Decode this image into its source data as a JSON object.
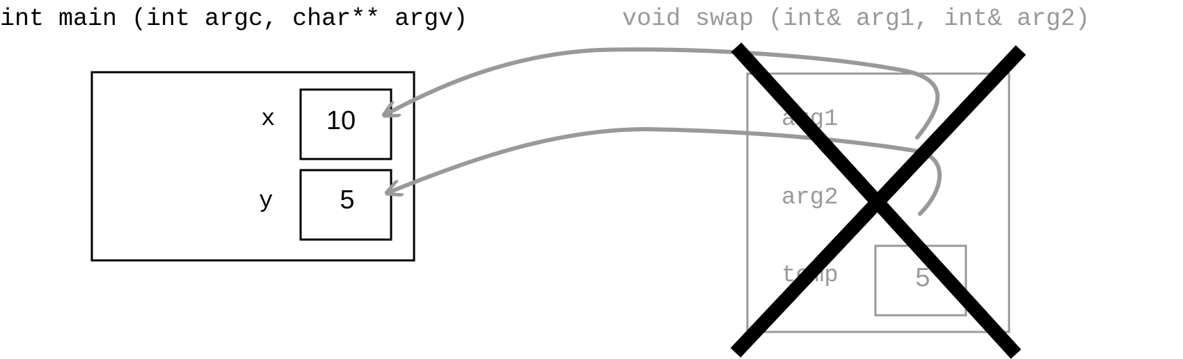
{
  "main_frame": {
    "signature": "int main (int argc, char** argv)",
    "variables": [
      {
        "name": "x",
        "value": "10"
      },
      {
        "name": "y",
        "value": "5"
      }
    ]
  },
  "swap_frame": {
    "signature": "void swap (int& arg1, int& arg2)",
    "params": [
      {
        "name": "arg1"
      },
      {
        "name": "arg2"
      }
    ],
    "local": {
      "name": "temp",
      "value": "5"
    }
  },
  "colors": {
    "main": "#000000",
    "faded": "#999999",
    "arrow": "#999999",
    "cross": "#000000"
  }
}
